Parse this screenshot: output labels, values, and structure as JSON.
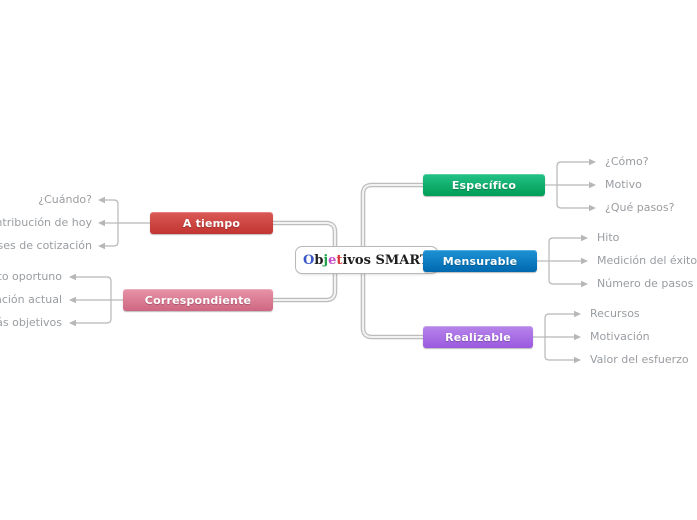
{
  "central": {
    "title": "Objetivos SMART",
    "title_segments": [
      {
        "text": "O",
        "color": "#3a57c9"
      },
      {
        "text": "b",
        "color": "#1e1e1e"
      },
      {
        "text": "j",
        "color": "#1fa34c"
      },
      {
        "text": "e",
        "color": "#c44bc9"
      },
      {
        "text": "t",
        "color": "#d93434"
      },
      {
        "text": "ivos",
        "color": "#1e1e1e"
      },
      {
        "text": " SMART",
        "color": "#1e1e1e"
      }
    ]
  },
  "branches": [
    {
      "label": "Específico",
      "side": "right",
      "color_top": "#23c287",
      "color_bottom": "#009d56",
      "children": [
        "¿Cómo?",
        "Motivo",
        "¿Qué pasos?"
      ]
    },
    {
      "label": "Mensurable",
      "side": "right",
      "color_top": "#1d92d4",
      "color_bottom": "#0068af",
      "children": [
        "Hito",
        "Medición del éxito",
        "Número de pasos"
      ]
    },
    {
      "label": "Realizable",
      "side": "right",
      "color_top": "#b685ea",
      "color_bottom": "#9c59e0",
      "children": [
        "Recursos",
        "Motivación",
        "Valor del esfuerzo"
      ]
    },
    {
      "label": "A tiempo",
      "side": "left",
      "color_top": "#da5a55",
      "color_bottom": "#c23431",
      "children": [
        "¿Cuándo?",
        "Contribución de hoy",
        "meses de cotización"
      ]
    },
    {
      "label": "Correspondiente",
      "side": "left",
      "color_top": "#e794a8",
      "color_bottom": "#cf6681",
      "children": [
        "ento oportuno",
        "tuación actual",
        "más objetivos"
      ]
    }
  ],
  "colors": {
    "background": "#ffffff",
    "thick_connector": "#bdbdbd",
    "thin_connector": "#b7b7b7",
    "child_text": "#999da1",
    "central_border": "#b9b9b9"
  }
}
